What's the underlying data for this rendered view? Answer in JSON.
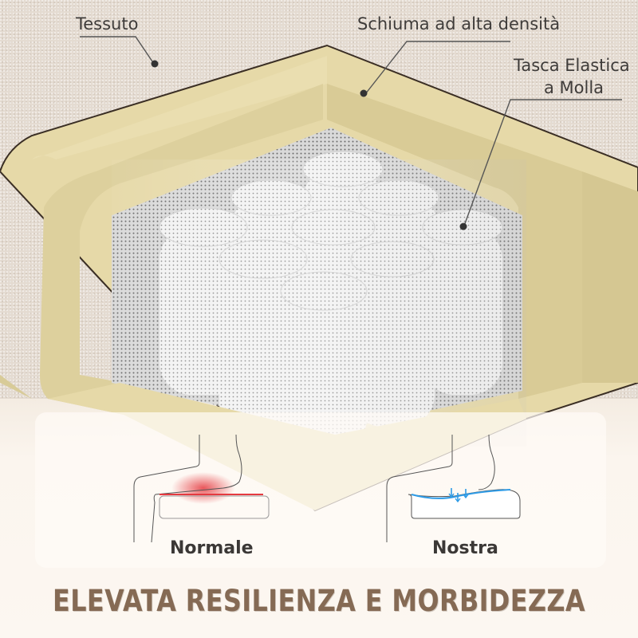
{
  "callouts": {
    "fabric": "Tessuto",
    "foam": "Schiuma ad alta densità",
    "spring_line1": "Tasca Elastica",
    "spring_line2": "a Molla"
  },
  "comparison": {
    "left_label": "Normale",
    "right_label": "Nostra",
    "pressure_color": "#e53a40",
    "support_color": "#2e9be6"
  },
  "headline": "ELEVATA RESILIENZA E MORBIDEZZA",
  "colors": {
    "fabric": "#e4dbd1",
    "foam": "#e6d9a8",
    "foam_inner": "#ddd09d",
    "headline": "#856a54",
    "label_text": "#3f3c3a"
  }
}
